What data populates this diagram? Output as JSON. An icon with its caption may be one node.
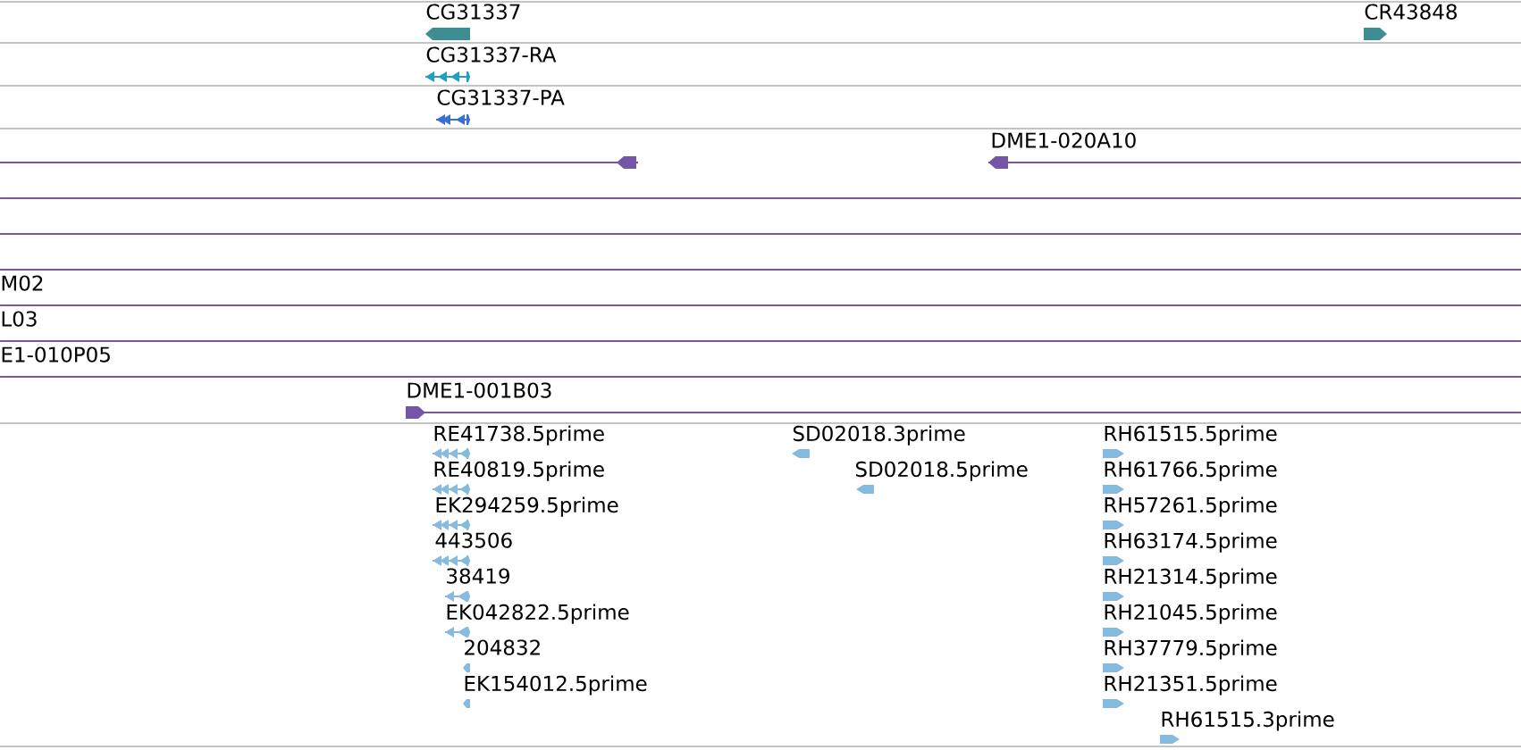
{
  "diagram": {
    "labels": [
      "CG31337",
      "CR43848",
      "CG31337-RA",
      "CG31337-PA",
      "DME1-020A10",
      "M02",
      "L03",
      "E1-010P05",
      "DME1-001B03",
      "RE41738.5prime",
      "SD02018.3prime",
      "RH61515.5prime",
      "RE40819.5prime",
      "SD02018.5prime",
      "RH61766.5prime",
      "EK294259.5prime",
      "RH57261.5prime",
      "443506",
      "RH63174.5prime",
      "38419",
      "RH21314.5prime",
      "EK042822.5prime",
      "RH21045.5prime",
      "204832",
      "RH37779.5prime",
      "EK154012.5prime",
      "RH21351.5prime",
      "RH61515.3prime"
    ]
  }
}
